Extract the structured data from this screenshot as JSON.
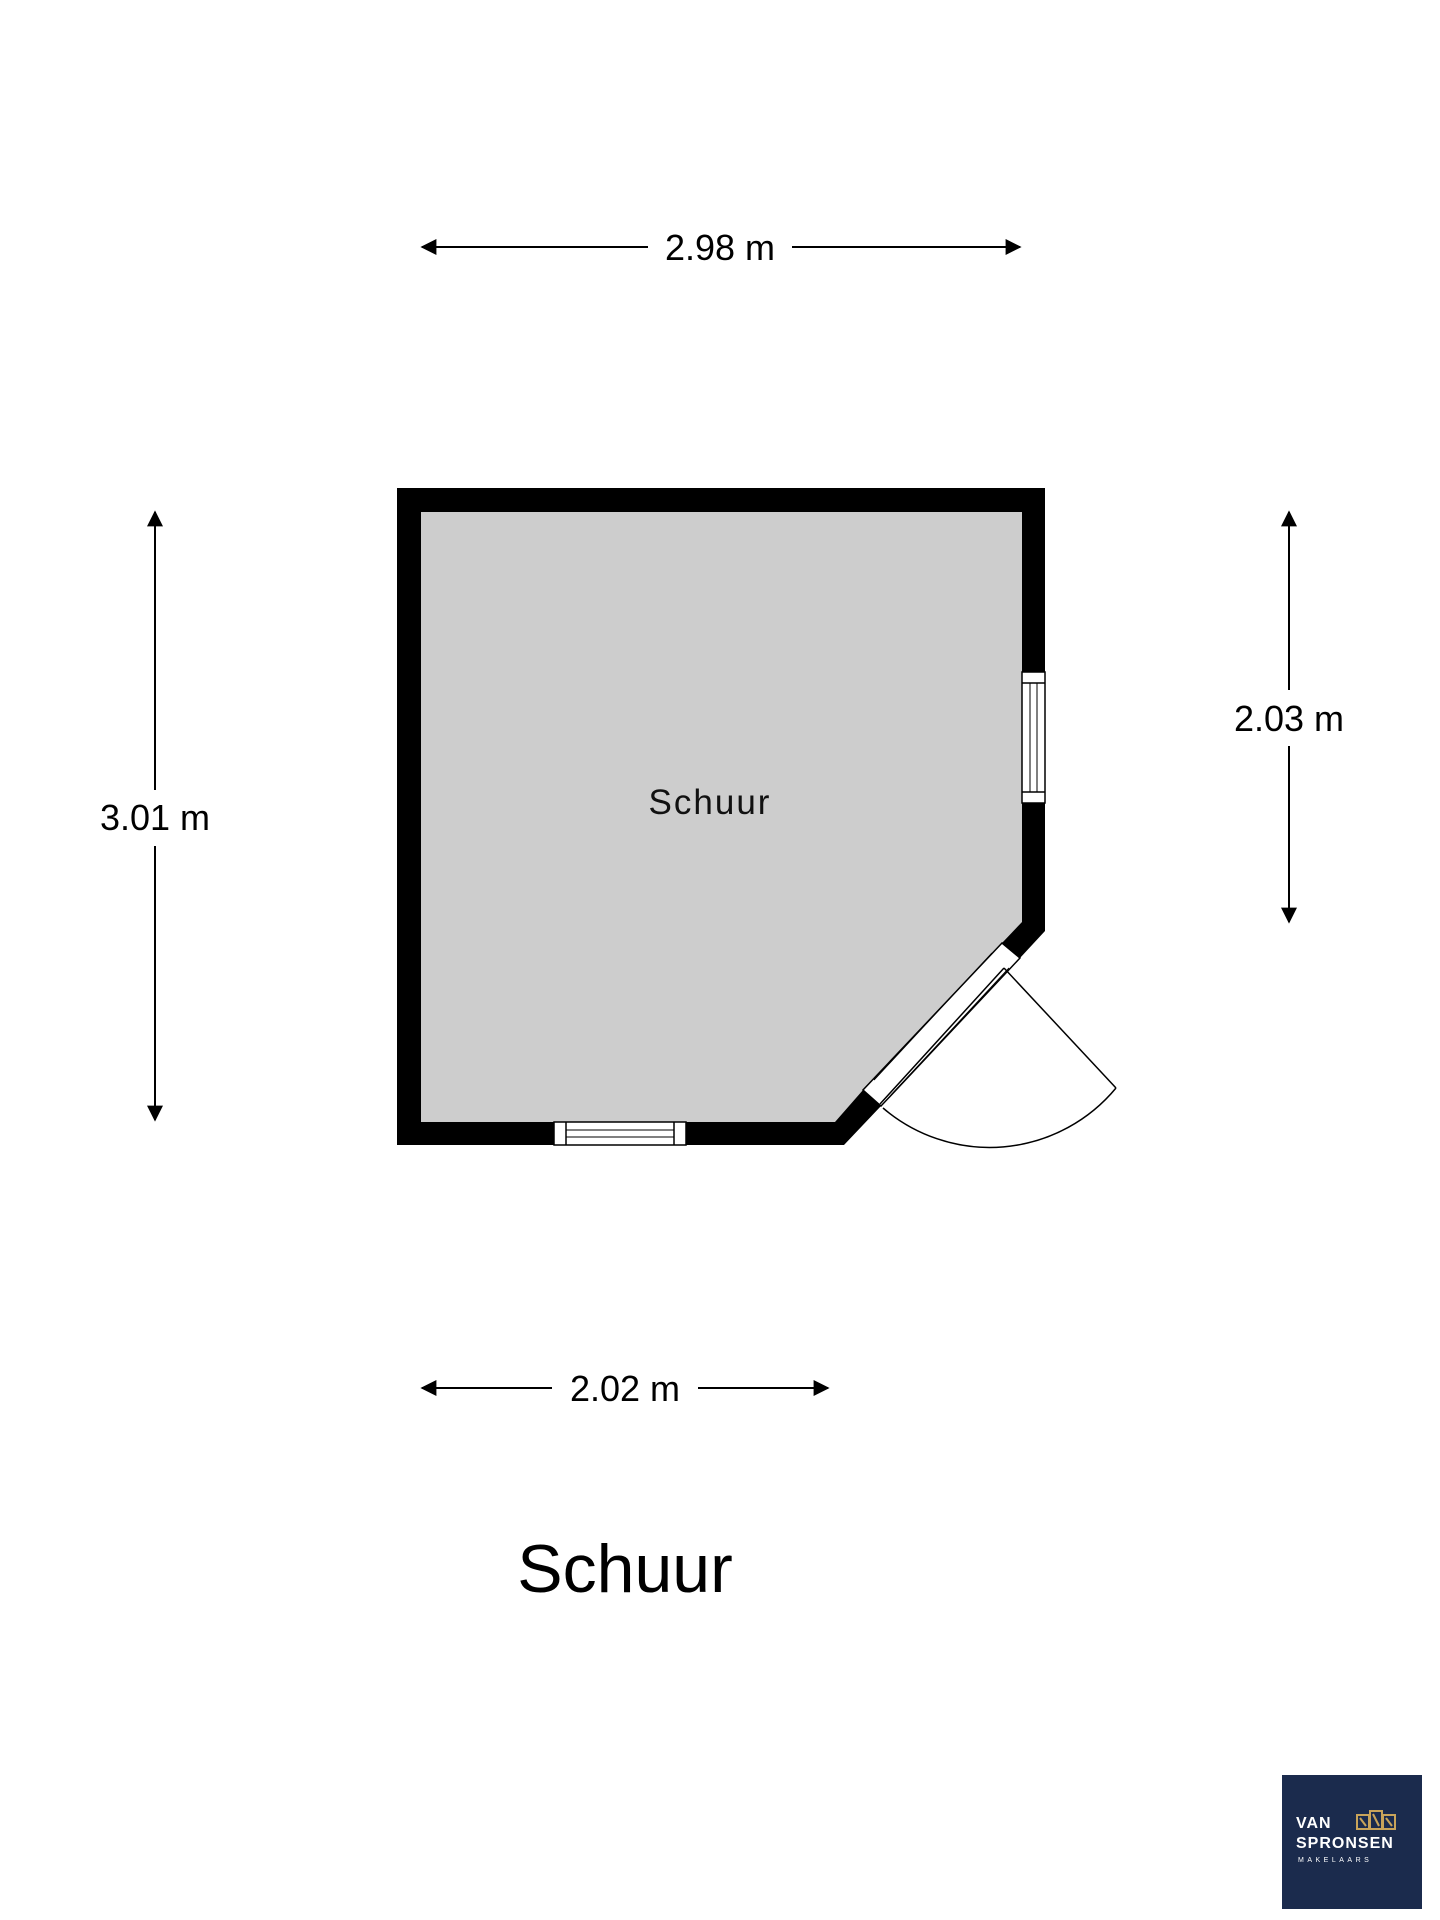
{
  "dimensions": {
    "top_width": "2.98 m",
    "left_height": "3.01 m",
    "right_height": "2.03 m",
    "bottom_width": "2.02 m"
  },
  "room": {
    "label": "Schuur",
    "floor_color": "#cdcdcd",
    "wall_color": "#000000"
  },
  "plan_title": "Schuur",
  "logo": {
    "line1": "VAN",
    "line2": "SPRONSEN",
    "line3": "MAKELAARS",
    "background_color": "#1b2b4d",
    "accent_color": "#c9a45a"
  }
}
